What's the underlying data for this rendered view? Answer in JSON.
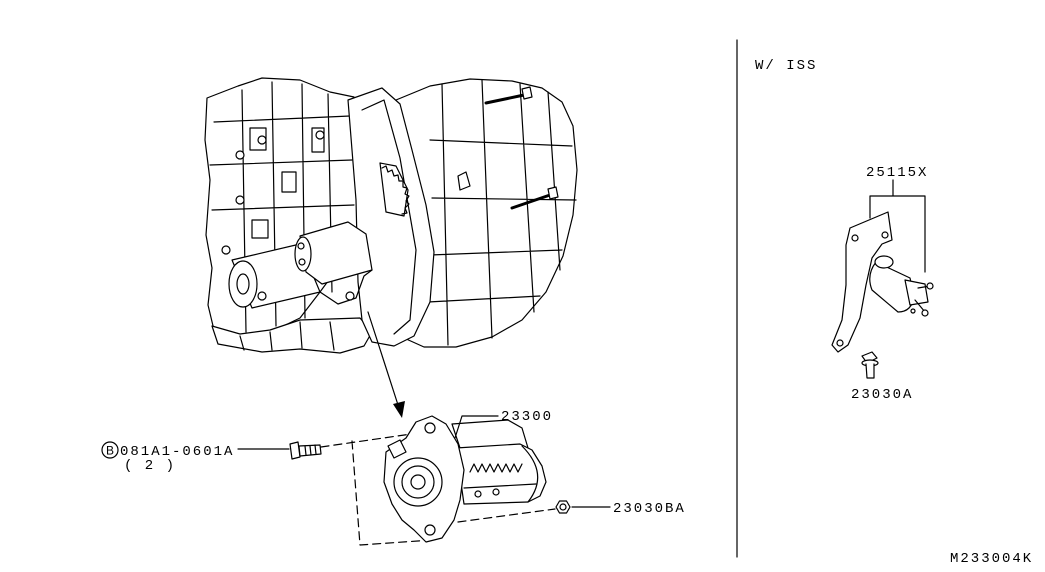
{
  "variant_note": {
    "text": "W/ ISS"
  },
  "main_assembly": {
    "starter": {
      "part_number": "23300"
    },
    "mounting_bolt": {
      "symbol": "B",
      "part_number": "081A1-0601A",
      "quantity": "( 2 )"
    },
    "nut": {
      "part_number": "23030BA"
    }
  },
  "iss_assembly": {
    "solenoid": {
      "part_number": "25115X"
    },
    "bolt": {
      "part_number": "23030A"
    }
  },
  "diagram_code": "M233004K",
  "colors": {
    "ink": "#000000",
    "background": "#ffffff"
  }
}
